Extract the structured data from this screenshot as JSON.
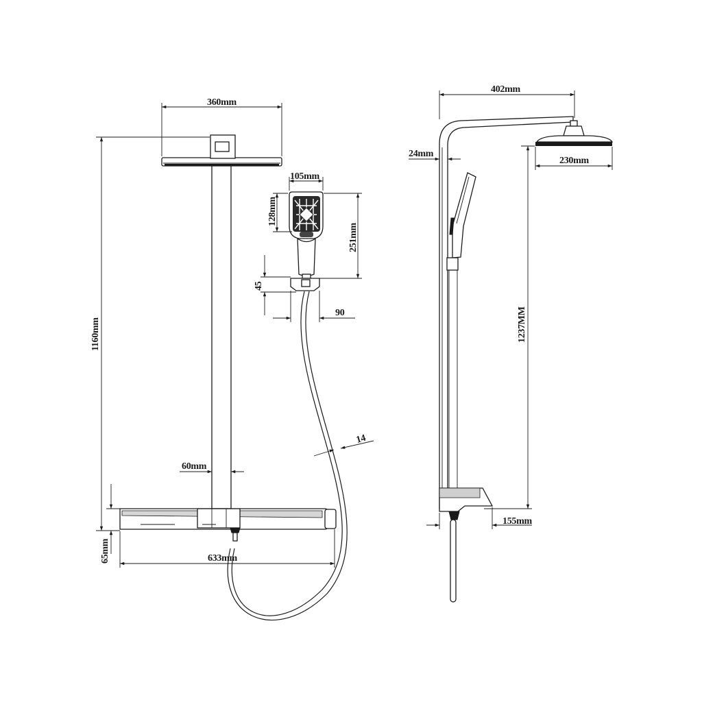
{
  "dimensions": {
    "head_width": "360mm",
    "overall_height": "1160mm",
    "handset_width": "105mm",
    "handset_face": "128mm",
    "handset_length": "251mm",
    "holder_height": "45",
    "holder_depth": "90",
    "hose_diameter": "14",
    "riser_width": "60mm",
    "valve_height": "65mm",
    "valve_width": "633mm",
    "arm_projection": "402mm",
    "riser_offset": "24mm",
    "head_side_width": "230mm",
    "side_height": "1237MM",
    "valve_depth": "155mm"
  }
}
